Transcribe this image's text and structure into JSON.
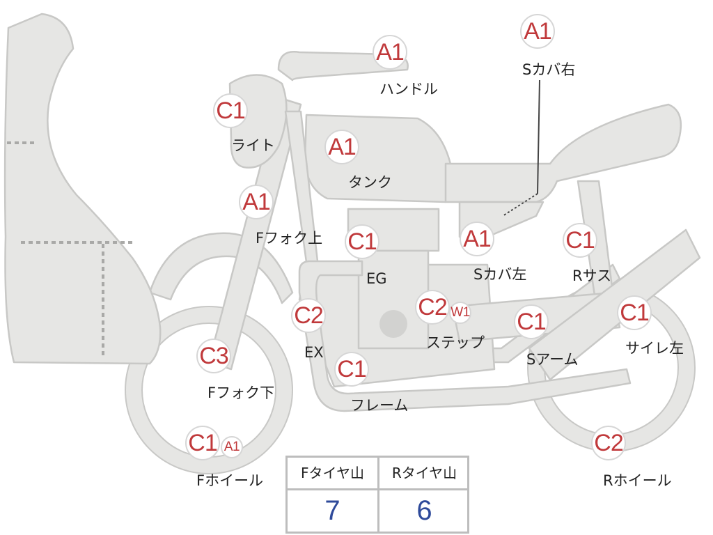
{
  "parts": [
    {
      "id": "light",
      "grade": "C1",
      "label": "ライト"
    },
    {
      "id": "handle",
      "grade": "A1",
      "label": "ハンドル"
    },
    {
      "id": "side-cover-right",
      "grade": "A1",
      "label": "Sカバ右"
    },
    {
      "id": "tank",
      "grade": "A1",
      "label": "タンク"
    },
    {
      "id": "fork-upper",
      "grade": "A1",
      "label": "Fフォク上"
    },
    {
      "id": "engine",
      "grade": "C1",
      "label": "EG"
    },
    {
      "id": "side-cover-left",
      "grade": "A1",
      "label": "Sカバ左"
    },
    {
      "id": "rear-suspension",
      "grade": "C1",
      "label": "Rサス"
    },
    {
      "id": "exhaust",
      "grade": "C2",
      "label": "EX"
    },
    {
      "id": "step",
      "grade": "C2",
      "extra_grade": "W1",
      "label": "ステップ"
    },
    {
      "id": "swing-arm",
      "grade": "C1",
      "label": "Sアーム"
    },
    {
      "id": "muffler-left",
      "grade": "C1",
      "label": "サイレ左"
    },
    {
      "id": "fork-lower",
      "grade": "C3",
      "label": "Fフォク下"
    },
    {
      "id": "frame",
      "grade": "C1",
      "label": "フレーム"
    },
    {
      "id": "front-wheel",
      "grade": "C1",
      "extra_grade": "A1",
      "label": "Fホイール"
    },
    {
      "id": "rear-wheel",
      "grade": "C2",
      "label": "Rホイール"
    }
  ],
  "tire_tread": {
    "front": {
      "label": "Fタイヤ山",
      "value": "7"
    },
    "rear": {
      "label": "Rタイヤ山",
      "value": "6"
    }
  },
  "colors": {
    "grade_text": "#c0393b",
    "tire_value": "#2e4a9a",
    "body_fill": "#e6e6e4",
    "body_stroke": "#c8c8c6"
  }
}
